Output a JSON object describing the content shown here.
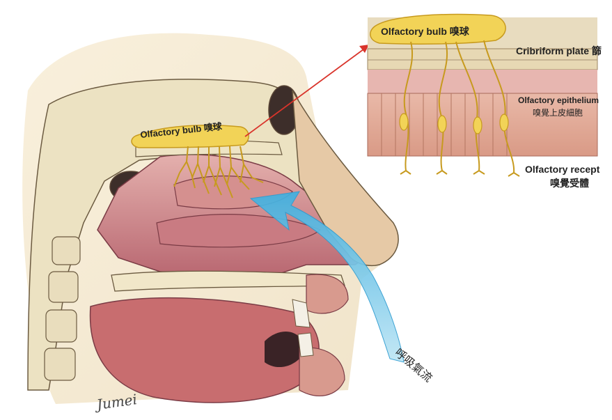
{
  "labels": {
    "olfactory_bulb_main": "Olfactory bulb 嗅球",
    "olfactory_bulb_inset": "Olfactory bulb 嗅球",
    "cribriform_plate": "Cribriform plate 篩",
    "olfactory_epithelium_en": "Olfactory epithelium",
    "olfactory_epithelium_zh": "嗅覺上皮細胞",
    "olfactory_receptor_en": "Olfactory recept",
    "olfactory_receptor_zh": "嗅覺受體",
    "airflow": "呼吸氣流",
    "signature": "Jumei"
  },
  "colors": {
    "paper": "#f6ecd9",
    "bone": "#efe6c8",
    "tissue_pink": "#d89a9a",
    "tissue_dark": "#a85560",
    "nerve_yellow": "#f2d357",
    "nerve_stroke": "#c79a1e",
    "airflow_blue": "#5bbfe6",
    "pointer_red": "#d9342b",
    "cavity_dark": "#3a2a2a"
  }
}
